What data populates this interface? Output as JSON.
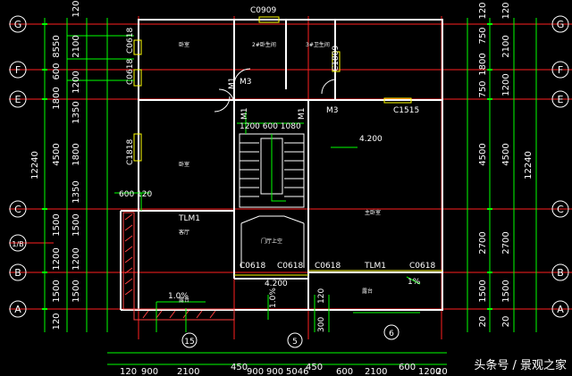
{
  "watermark": "头条号 / 景观之家",
  "colors": {
    "wall": "#ffffff",
    "axis": "#ff2020",
    "dim": "#00ff00",
    "text": "#ffffff",
    "window": "#ffff00",
    "label": "#00ffff",
    "hatch": "#ff4040"
  },
  "grid_left": [
    "G",
    "F",
    "E",
    "C",
    "1/B",
    "B",
    "A"
  ],
  "grid_right": [
    "G",
    "F",
    "E",
    "C",
    "B",
    "A"
  ],
  "grid_bottom": [
    "15",
    "5",
    "6"
  ],
  "left_dims_inner": [
    "2100",
    "1800",
    "1200",
    "1350",
    "4500",
    "1800",
    "1350",
    "1500",
    "1200",
    "1500",
    "120"
  ],
  "left_dims_outer": [
    "8550",
    "600",
    "1800",
    "12240"
  ],
  "left_top_label": "120",
  "right_dims": [
    "750",
    "1800",
    "750",
    "4500",
    "2700",
    "1500",
    "20",
    "120"
  ],
  "right_dims_outer": [
    "2100",
    "1200",
    "4500",
    "2700",
    "1500",
    "12240",
    "20",
    "120"
  ],
  "top_window": "C0909",
  "window_labels": {
    "c0618_a": "C0618",
    "c0618_b": "C0618",
    "c1809": "C1809",
    "c1818": "C1818",
    "c1515": "C1515",
    "c0618_c": "C0618",
    "c0618_d": "C0618",
    "c0618_e": "C0618",
    "c0618_f": "C0618"
  },
  "door_labels": {
    "m1_a": "M1",
    "m3_a": "M3",
    "m1_b": "M1",
    "m1_c": "M1",
    "m3_b": "M3",
    "tlm1_a": "TLM1",
    "tlm1_b": "TLM1"
  },
  "room_labels": {
    "r1": "卧室",
    "r2": "2#卧生间",
    "r3": "3#卫生间",
    "r4": "卧室",
    "r5": "客厅",
    "r6": "主卧室",
    "r7": "露台",
    "r8": "门厅上空",
    "r9": "露台"
  },
  "levels": {
    "l1": "4.200",
    "l2": "4.200"
  },
  "slopes": {
    "s1": "1.0%",
    "s2": "1.0%",
    "s3": "1%"
  },
  "mid_dims": {
    "stair": "1200 600 1080",
    "balc": "600 120",
    "d120": "120",
    "d300": "300"
  },
  "bottom_dims": [
    "120",
    "900",
    "2100",
    "450",
    "900",
    "900",
    "5046",
    "450",
    "600",
    "2100",
    "600",
    "1200",
    "20"
  ]
}
